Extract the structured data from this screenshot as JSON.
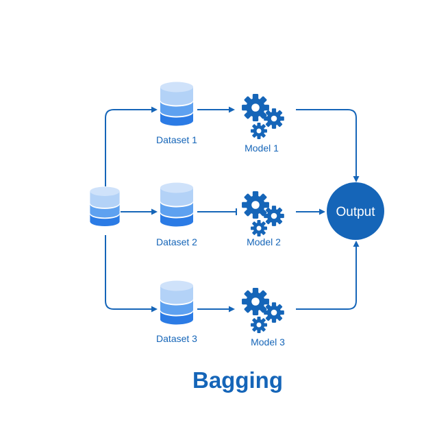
{
  "title": "Bagging",
  "datasets": [
    {
      "label": "Dataset 1"
    },
    {
      "label": "Dataset 2"
    },
    {
      "label": "Dataset 3"
    }
  ],
  "models": [
    {
      "label": "Model 1"
    },
    {
      "label": "Model 2"
    },
    {
      "label": "Model 3"
    }
  ],
  "output": {
    "label": "Output"
  },
  "icons": {
    "source": "database-icon",
    "dataset": "database-icon",
    "model": "gears-icon"
  },
  "colors": {
    "primary": "#1565b8",
    "db_top": "#b3d2f7",
    "db_mid": "#5ea1f0",
    "db_bottom": "#2b7be5",
    "white": "#ffffff"
  }
}
